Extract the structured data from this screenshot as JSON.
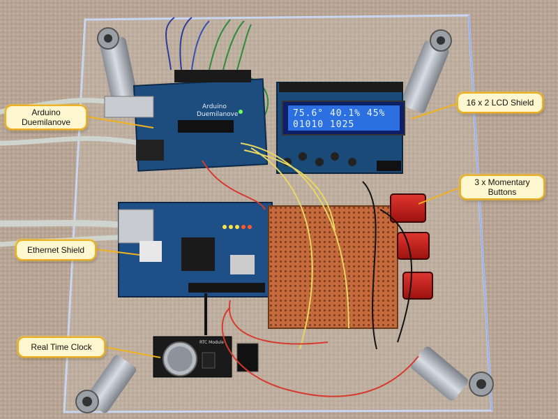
{
  "lcd": {
    "line1": "75.6° 40.1% 45%",
    "line2": "01010 1025"
  },
  "callouts": {
    "arduino": [
      "Arduino",
      "Duemilanove"
    ],
    "lcd_shield": "16 x 2 LCD Shield",
    "buttons": [
      "3 x Momentary",
      "Buttons"
    ],
    "ethernet": "Ethernet Shield",
    "rtc": "Real Time Clock"
  },
  "board_labels": {
    "arduino_silk": [
      "Arduino",
      "Duemilanove"
    ],
    "rtc_silk": "RTC Module"
  },
  "colors": {
    "carpet": "#b8a595",
    "acrylic_edge": "#b9c8e6",
    "pcb_blue": "#1d4c7e",
    "protoboard": "#c46a3d",
    "button_red": "#c41d1a",
    "lcd_backlight": "#2c6fe0",
    "callout_fill": "#fff7cf",
    "callout_border": "#f0b21e"
  }
}
